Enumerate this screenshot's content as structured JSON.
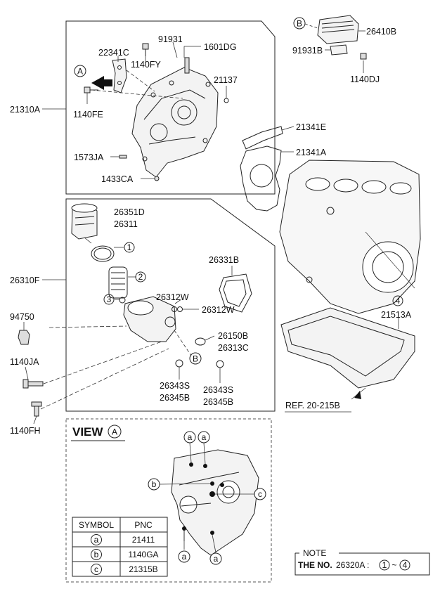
{
  "labels": {
    "p_21310A": "21310A",
    "p_22341C": "22341C",
    "p_91931": "91931",
    "p_1601DG": "1601DG",
    "p_1140FY": "1140FY",
    "p_21137": "21137",
    "p_1140FE": "1140FE",
    "p_1573JA": "1573JA",
    "p_1433CA": "1433CA",
    "p_26410B": "26410B",
    "p_91931B": "91931B",
    "p_1140DJ": "1140DJ",
    "p_21341E": "21341E",
    "p_21341A": "21341A",
    "p_26351D": "26351D",
    "p_26311": "26311",
    "p_26310F": "26310F",
    "p_26331B": "26331B",
    "p_26312W_a": "26312W",
    "p_26312W_b": "26312W",
    "p_94750": "94750",
    "p_26150B": "26150B",
    "p_26313C": "26313C",
    "p_1140JA": "1140JA",
    "p_26343S_a": "26343S",
    "p_26345B_a": "26345B",
    "p_26343S_b": "26343S",
    "p_26345B_b": "26345B",
    "p_1140FH": "1140FH",
    "p_21513A": "21513A",
    "ref": "REF. 20-215B"
  },
  "callouts": {
    "A": "A",
    "B": "B",
    "n1": "1",
    "n2": "2",
    "n3": "3",
    "n4": "4"
  },
  "view": {
    "title": "VIEW",
    "letter": "A",
    "markers": [
      "a",
      "a",
      "b",
      "c",
      "a",
      "a"
    ]
  },
  "symbol_table": {
    "headers": [
      "SYMBOL",
      "PNC"
    ],
    "rows": [
      {
        "symbol": "a",
        "pnc": "21411"
      },
      {
        "symbol": "b",
        "pnc": "1140GA"
      },
      {
        "symbol": "c",
        "pnc": "21315B"
      }
    ]
  },
  "note": {
    "title": "NOTE",
    "prefix": "THE NO.",
    "part": "26320A :",
    "from": "1",
    "tilde": "~",
    "to": "4"
  }
}
